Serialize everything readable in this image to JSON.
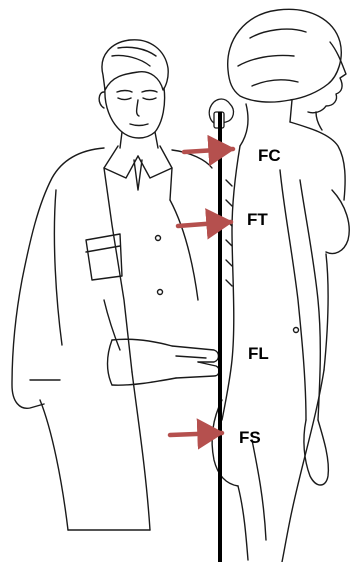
{
  "diagram": {
    "labels": {
      "fc": "FC",
      "ft": "FT",
      "fl": "FL",
      "fs": "FS"
    },
    "colors": {
      "arrow": "#b5504e",
      "plumb_line": "#000000",
      "outline": "#1a1a1a"
    }
  }
}
